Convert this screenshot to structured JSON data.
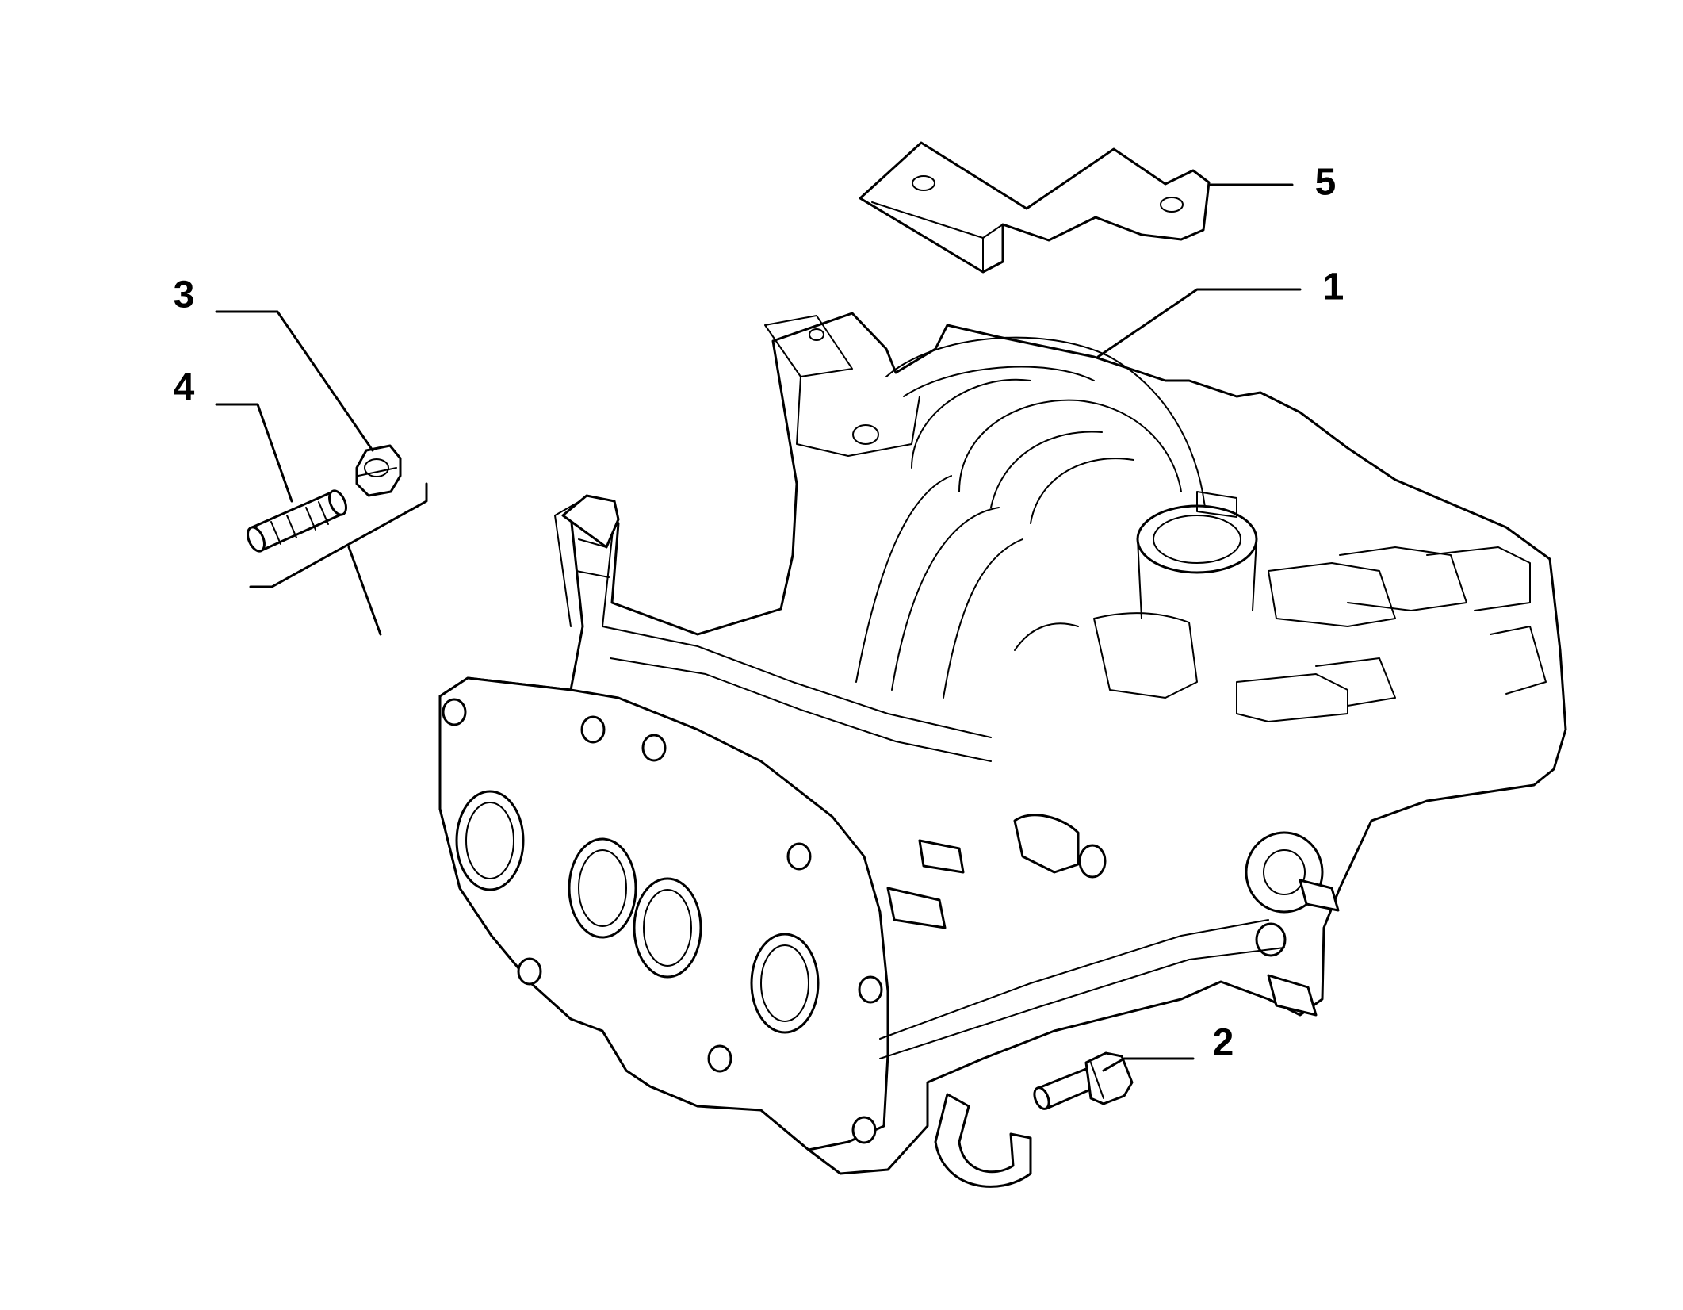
{
  "callouts": {
    "manifold": "1",
    "bolt": "2",
    "nut": "3",
    "stud": "4",
    "bracket": "5"
  }
}
